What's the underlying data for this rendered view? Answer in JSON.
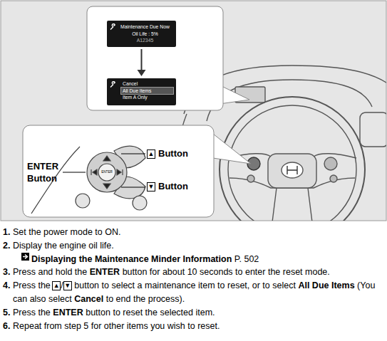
{
  "diagram": {
    "nodes": [
      {
        "text": [
          "Maintenance Due Now",
          "Oil Life : 5%",
          "A12345"
        ]
      },
      {
        "text": [
          "Cancel",
          "All Due Items",
          "Item A Only"
        ]
      }
    ],
    "edges": [
      {
        "from": 0,
        "to": 1,
        "arrow": "to"
      }
    ],
    "labels": [
      "▲",
      "Button",
      "ENTER",
      "Button",
      "ENTER",
      "▼",
      "Button",
      "1.",
      "Set the power mode to ON.",
      "2.",
      "Display the engine oil life.",
      "Displaying the Maintenance Minder Information",
      "P. 502",
      "3.",
      "Press and hold the",
      "ENTER",
      "button for about 10 seconds to enter the reset mode.",
      "4.",
      "Press the",
      "▲",
      "/",
      "▼",
      "button to select a maintenance item to reset, or to select",
      "All Due Items",
      "(You can also select",
      "Cancel",
      "to end the process).",
      "5.",
      "Press the",
      "ENTER",
      "button to reset the selected item.",
      "6.",
      "Repeat from step 5 for other items you wish to reset."
    ]
  }
}
